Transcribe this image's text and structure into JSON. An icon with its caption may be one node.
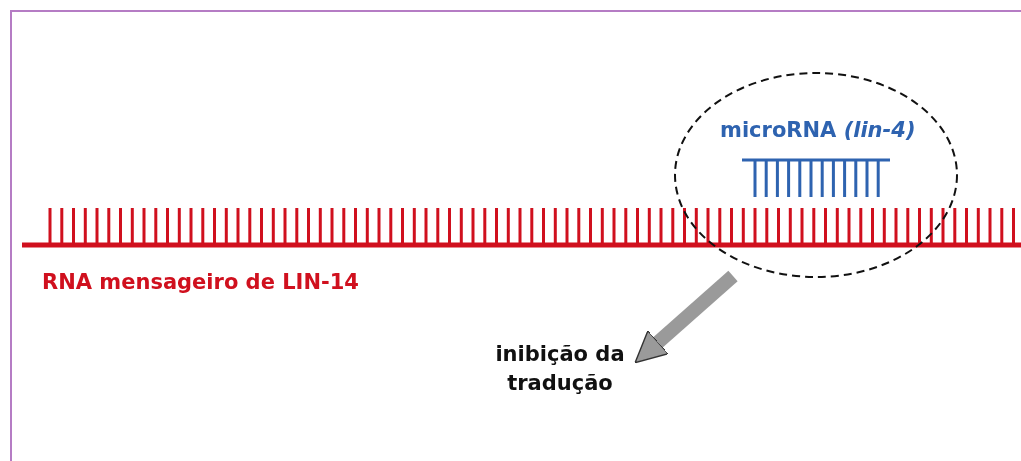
{
  "diagram": {
    "nodes": [
      {
        "text": [
          "microRNA *(lin-4)*"
        ]
      },
      {
        "text": [
          "inibição da tradução"
        ]
      }
    ],
    "edges": [
      {
        "from": 0,
        "to": 1,
        "arrow": "to"
      }
    ],
    "labels": [
      "RNA mensageiro de LIN-14"
    ]
  }
}
